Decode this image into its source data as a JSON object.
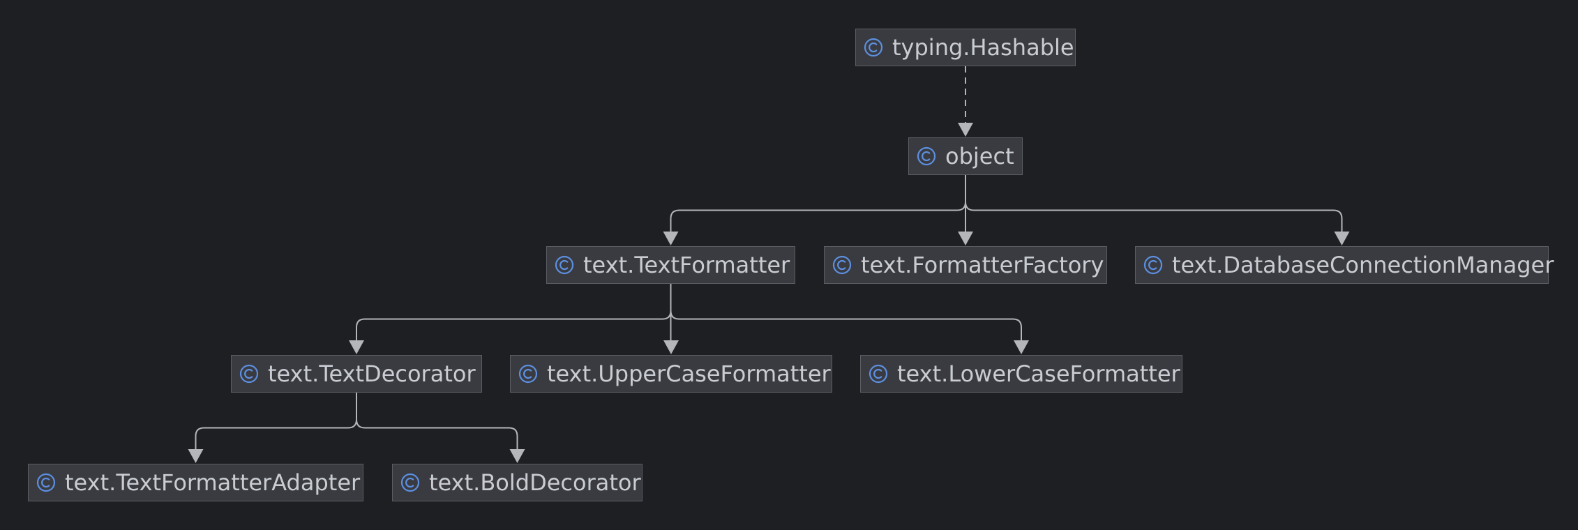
{
  "diagram": {
    "type": "class-hierarchy",
    "colors": {
      "background": "#1e1f22",
      "node_fill": "#393b40",
      "node_border": "#5a5d63",
      "text": "#c9ccd2",
      "edge": "#b4b6ba",
      "class_icon": "#5d8fe0"
    },
    "icon": "class-icon",
    "nodes": [
      {
        "id": "hashable",
        "label": "typing.Hashable"
      },
      {
        "id": "object",
        "label": "object"
      },
      {
        "id": "textformatter",
        "label": "text.TextFormatter"
      },
      {
        "id": "formatterfactory",
        "label": "text.FormatterFactory"
      },
      {
        "id": "dbconnmanager",
        "label": "text.DatabaseConnectionManager"
      },
      {
        "id": "textdecorator",
        "label": "text.TextDecorator"
      },
      {
        "id": "uppercaseformatter",
        "label": "text.UpperCaseFormatter"
      },
      {
        "id": "lowercaseformatter",
        "label": "text.LowerCaseFormatter"
      },
      {
        "id": "textformatteradapter",
        "label": "text.TextFormatterAdapter"
      },
      {
        "id": "bolddecorator",
        "label": "text.BoldDecorator"
      }
    ],
    "edges": [
      {
        "from": "hashable",
        "to": "object",
        "style": "dashed"
      },
      {
        "from": "object",
        "to": "textformatter",
        "style": "solid"
      },
      {
        "from": "object",
        "to": "formatterfactory",
        "style": "solid"
      },
      {
        "from": "object",
        "to": "dbconnmanager",
        "style": "solid"
      },
      {
        "from": "textformatter",
        "to": "textdecorator",
        "style": "solid"
      },
      {
        "from": "textformatter",
        "to": "uppercaseformatter",
        "style": "solid"
      },
      {
        "from": "textformatter",
        "to": "lowercaseformatter",
        "style": "solid"
      },
      {
        "from": "textdecorator",
        "to": "textformatteradapter",
        "style": "solid"
      },
      {
        "from": "textdecorator",
        "to": "bolddecorator",
        "style": "solid"
      }
    ]
  }
}
